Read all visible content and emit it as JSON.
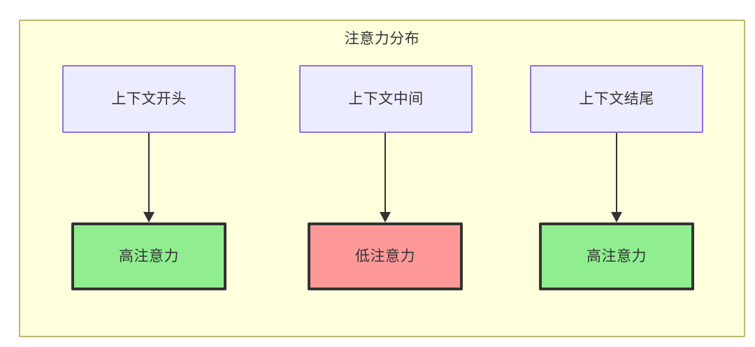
{
  "diagram": {
    "title": "注意力分布",
    "container": {
      "fill": "#ffffde",
      "stroke": "#bdb76b"
    },
    "nodes": {
      "context": [
        {
          "id": "ctx-start",
          "label": "上下文开头",
          "fill": "#ececff",
          "stroke": "#9370db"
        },
        {
          "id": "ctx-middle",
          "label": "上下文中间",
          "fill": "#ececff",
          "stroke": "#9370db"
        },
        {
          "id": "ctx-end",
          "label": "上下文结尾",
          "fill": "#ececff",
          "stroke": "#9370db"
        }
      ],
      "attention": [
        {
          "id": "attn-high-start",
          "label": "高注意力",
          "fill": "#90ee90",
          "stroke": "#333333"
        },
        {
          "id": "attn-low-middle",
          "label": "低注意力",
          "fill": "#ff9999",
          "stroke": "#333333"
        },
        {
          "id": "attn-high-end",
          "label": "高注意力",
          "fill": "#90ee90",
          "stroke": "#333333"
        }
      ]
    },
    "edges": [
      {
        "from": "ctx-start",
        "to": "attn-high-start",
        "label": ""
      },
      {
        "from": "ctx-middle",
        "to": "attn-low-middle",
        "label": ""
      },
      {
        "from": "ctx-end",
        "to": "attn-high-end",
        "label": ""
      }
    ]
  }
}
